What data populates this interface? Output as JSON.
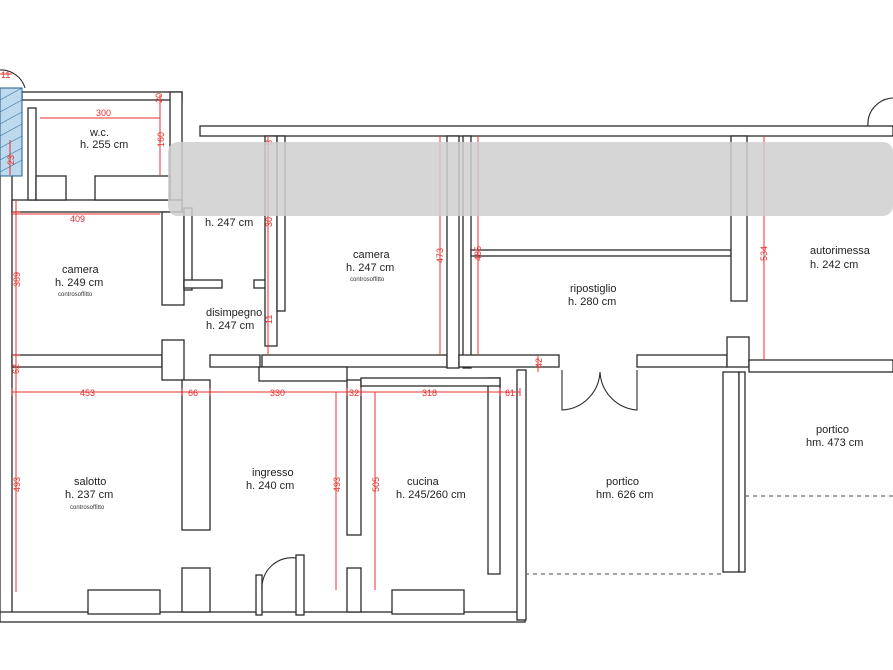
{
  "rooms": [
    {
      "id": "wc",
      "name": "w.c.",
      "height": "h. 255 cm"
    },
    {
      "id": "camera-left",
      "name": "camera",
      "height": "h. 249 cm",
      "note": "controsoffitto"
    },
    {
      "id": "top-mid",
      "name": "",
      "height": "h. 247 cm"
    },
    {
      "id": "camera-mid",
      "name": "camera",
      "height": "h. 247 cm",
      "note": "controsoffitto"
    },
    {
      "id": "disimpegno",
      "name": "disimpegno",
      "height": "h. 247 cm"
    },
    {
      "id": "ripostiglio",
      "name": "ripostiglio",
      "height": "h. 280 cm"
    },
    {
      "id": "autorimessa",
      "name": "autorimessa",
      "height": "h. 242 cm"
    },
    {
      "id": "salotto",
      "name": "salotto",
      "height": "h. 237 cm",
      "note": "controsoffitto"
    },
    {
      "id": "ingresso",
      "name": "ingresso",
      "height": "h. 240 cm"
    },
    {
      "id": "cucina",
      "name": "cucina",
      "height": "h. 245/260 cm"
    },
    {
      "id": "portico-center",
      "name": "portico",
      "height": "hm. 626 cm"
    },
    {
      "id": "portico-right",
      "name": "portico",
      "height": "hm. 473 cm"
    }
  ],
  "dimensions": {
    "wc_width": "300",
    "wc_height": "160",
    "wc_top": "20",
    "camera_left_width": "409",
    "camera_left_height": "389",
    "left_gap": "62",
    "left_bottom": "493",
    "salotto_width": "453",
    "wall_a": "66",
    "ingresso_width": "330",
    "wall_b": "32",
    "cucina_width": "318",
    "wall_c": "61",
    "ingresso_height": "493",
    "cucina_height": "505",
    "camera_mid_height": "473",
    "ripostiglio_height": "485",
    "autorimessa_height": "534",
    "small_wall_1": "11",
    "small_wall_2": "30",
    "small_wall_3": "8",
    "small_wall_4": "42",
    "side_a": "11",
    "side_b": "23"
  }
}
